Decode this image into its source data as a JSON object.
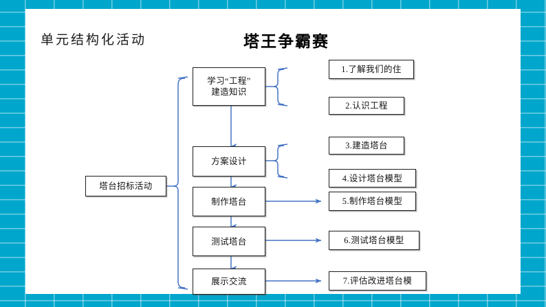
{
  "page": {
    "subtitle": "单元结构化活动",
    "title": "塔王争霸赛",
    "frame_color": "#00a6cc",
    "connector_color": "#4472c4",
    "box_border_color": "#1d1d1d",
    "canvas_color": "#ffffff"
  },
  "anchor": {
    "label": "塔台招标活动"
  },
  "stages": [
    {
      "label": "学习“工程”\n建造知识"
    },
    {
      "label": "方案设计"
    },
    {
      "label": "制作塔台"
    },
    {
      "label": "测试塔台"
    },
    {
      "label": "展示交流"
    }
  ],
  "lessons": [
    {
      "label": "1.了解我们的住"
    },
    {
      "label": "2.认识工程"
    },
    {
      "label": "3.建造塔台"
    },
    {
      "label": "4.设计塔台模型"
    },
    {
      "label": "5.制作塔台模型"
    },
    {
      "label": "6.测试塔台模型"
    },
    {
      "label": "7.评估改进塔台模"
    }
  ]
}
